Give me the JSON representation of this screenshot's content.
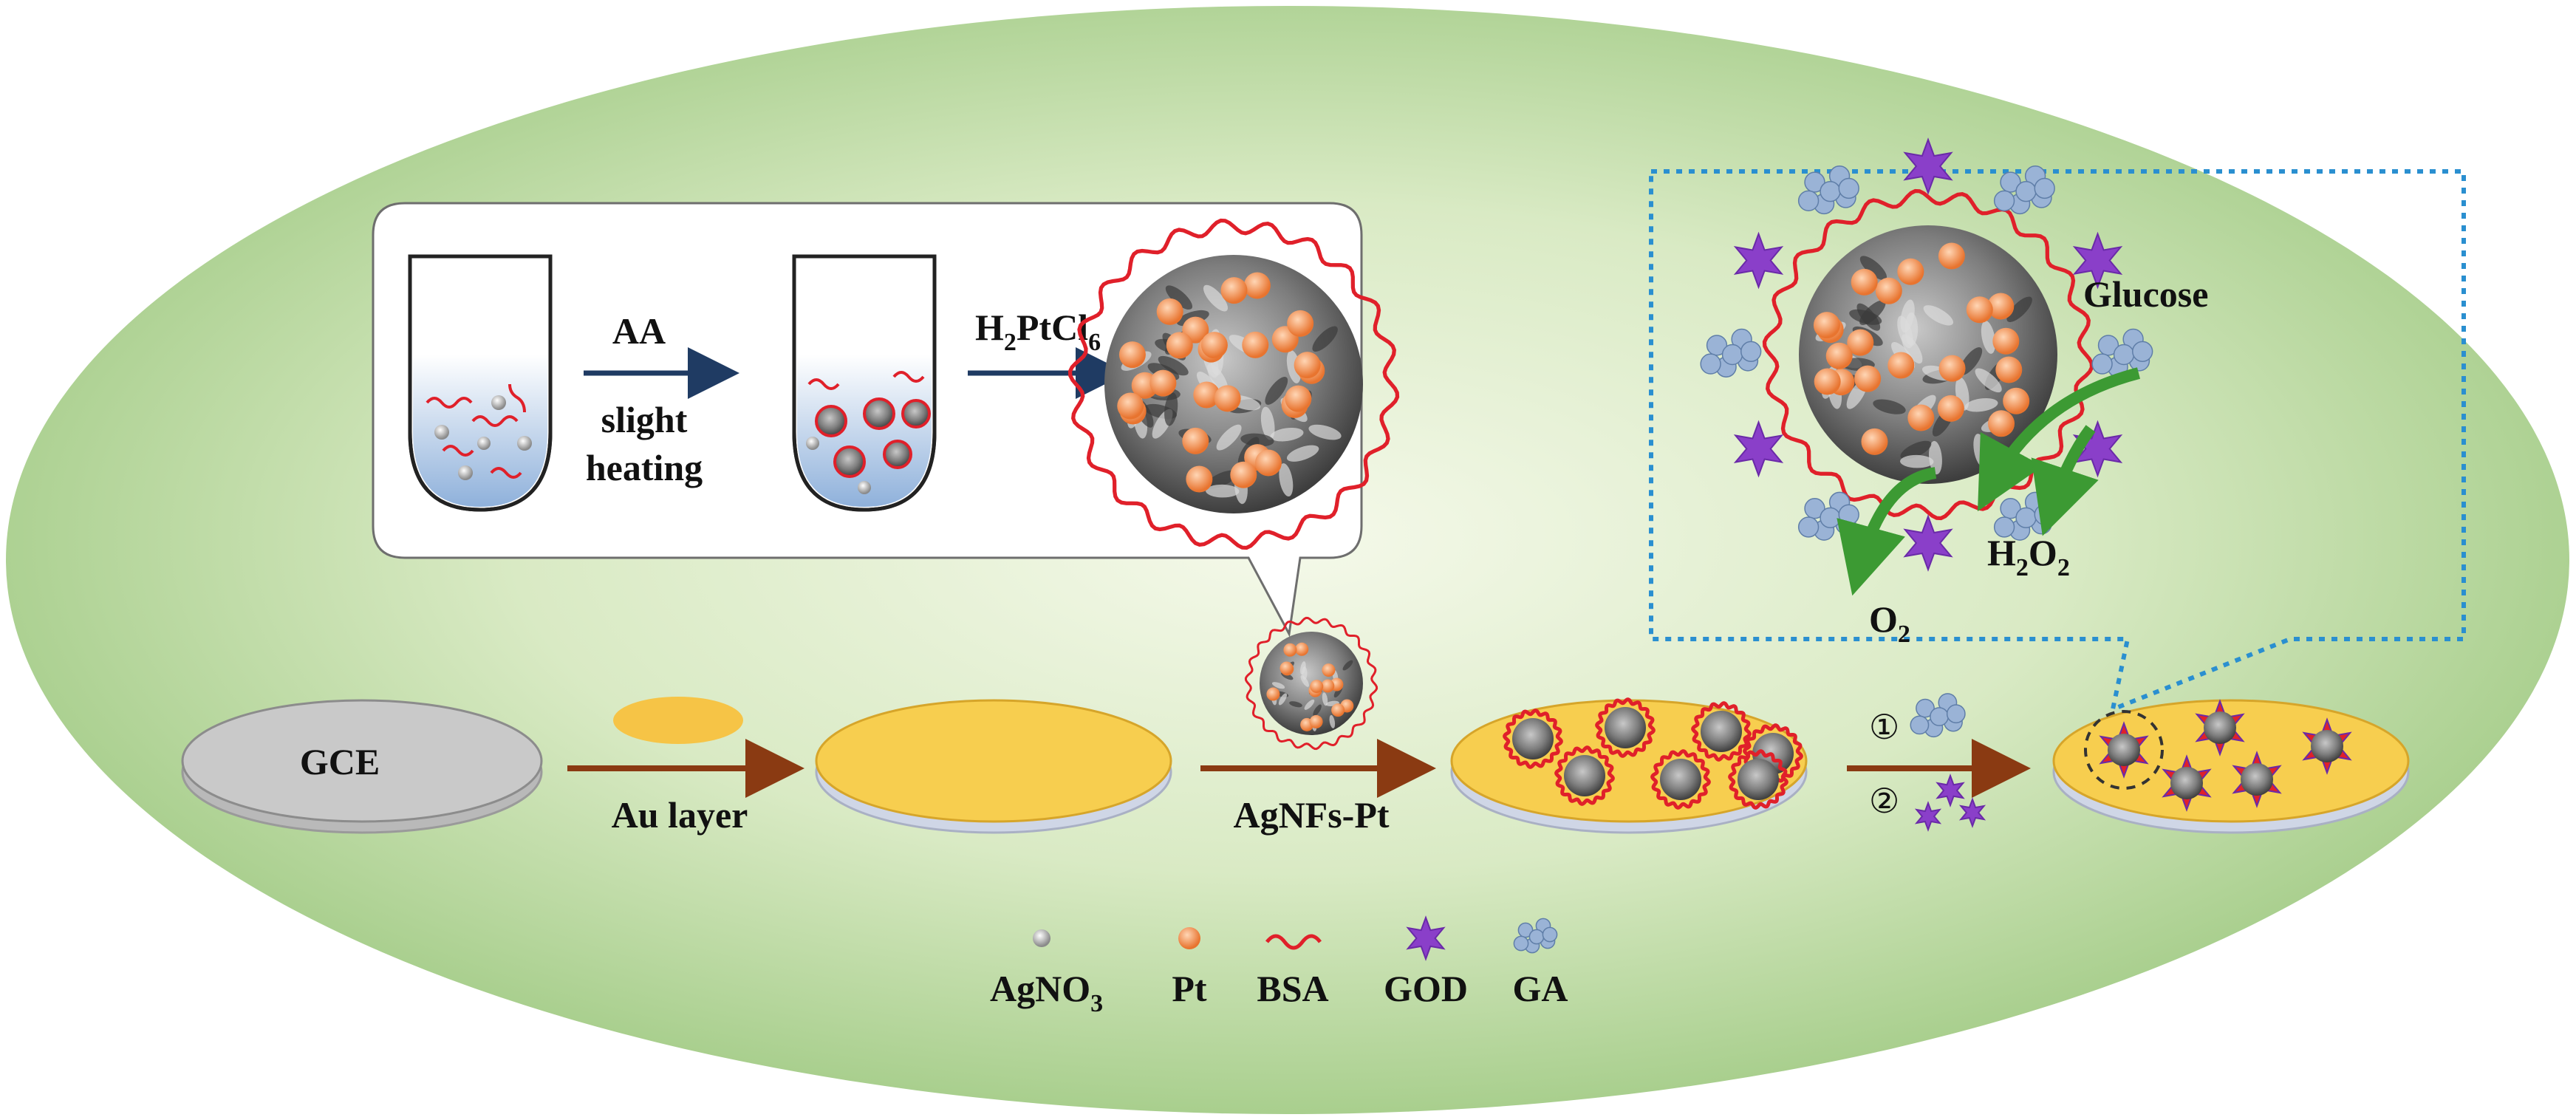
{
  "colors": {
    "background_center": "#f3f8e6",
    "background_edge": "#9fca82",
    "gold": "#f4c94a",
    "gold_dark": "#d6a52a",
    "gce_gray": "#c6c6c6",
    "arrow_brown": "#8a3a12",
    "arrow_navy": "#1f3b63",
    "arrow_green": "#3c9a33",
    "bsa_red": "#e0202a",
    "pt_orange": "#f08a4a",
    "god_purple": "#8a3fc9",
    "ga_blue": "#8aa6cf",
    "callout_dotted": "#2a8fd0"
  },
  "synthesis": {
    "step1_reagent": "AA",
    "step1_condition_line1": "slight",
    "step1_condition_line2": "heating",
    "step2_reagent_main": "H",
    "step2_reagent_sub1": "2",
    "step2_reagent_mid": "PtCl",
    "step2_reagent_sub2": "6"
  },
  "electrodes": {
    "gce_label": "GCE",
    "arrow1_label": "Au layer",
    "arrow2_label": "AgNFs-Pt",
    "step_marker_1": "①",
    "step_marker_2": "②"
  },
  "reaction": {
    "substrate": "Glucose",
    "product1_main": "H",
    "product1_sub1": "2",
    "product1_mid": "O",
    "product1_sub2": "2",
    "product2_main": "O",
    "product2_sub": "2"
  },
  "legend": {
    "agno3_main": "AgNO",
    "agno3_sub": "3",
    "pt": "Pt",
    "bsa": "BSA",
    "god": "GOD",
    "ga": "GA"
  }
}
